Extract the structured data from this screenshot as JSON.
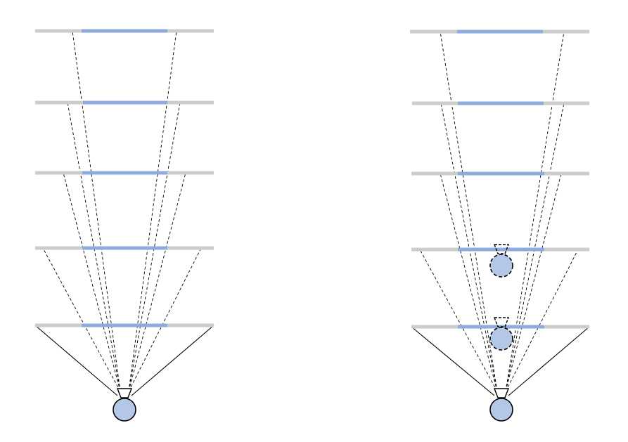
{
  "colors": {
    "background": "#ffffff",
    "rail": "#cccccc",
    "highlight": "#8faadc",
    "head_fill": "#b4c7e7",
    "stroke": "#000000"
  },
  "panels": [
    {
      "id": "left",
      "levels": 5,
      "ghost_viewers": []
    },
    {
      "id": "right",
      "levels": 5,
      "ghost_viewers": [
        {
          "on_level": 4
        },
        {
          "on_level": 5
        }
      ]
    }
  ]
}
